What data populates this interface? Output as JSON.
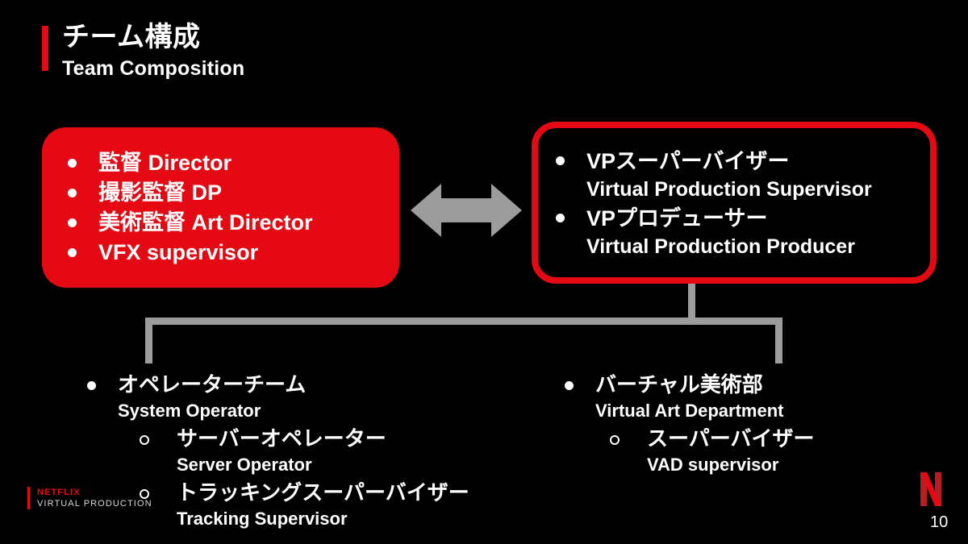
{
  "slide": {
    "background_color": "#000000",
    "accent_color": "#E50914",
    "connector_color": "#9C9C9C",
    "page_number": "10"
  },
  "title": {
    "japanese": "チーム構成",
    "english": "Team Composition"
  },
  "left_box": {
    "style": "filled-red",
    "items": [
      {
        "text": "監督 Director"
      },
      {
        "text": "撮影監督 DP"
      },
      {
        "text": "美術監督 Art Director"
      },
      {
        "text": "VFX supervisor"
      }
    ]
  },
  "right_box": {
    "style": "outlined-red",
    "items": [
      {
        "japanese": "VPスーパーバイザー",
        "english": "Virtual Production Supervisor"
      },
      {
        "japanese": "VPプロデューサー",
        "english": "Virtual Production Producer"
      }
    ]
  },
  "connector": {
    "arrow_name": "double-headed-arrow",
    "arrow_color": "#9C9C9C"
  },
  "branches": {
    "left": {
      "japanese": "オペレーターチーム",
      "english": "System Operator",
      "sub_items": [
        {
          "japanese": "サーバーオペレーター",
          "english": "Server Operator"
        },
        {
          "japanese": "トラッキングスーパーバイザー",
          "english": "Tracking Supervisor"
        }
      ]
    },
    "right": {
      "japanese": "バーチャル美術部",
      "english": "Virtual Art Department",
      "sub_items": [
        {
          "japanese": "スーパーバイザー",
          "english": "VAD supervisor"
        }
      ]
    }
  },
  "footer": {
    "brand": "NETFLIX",
    "sub_brand": "VIRTUAL PRODUCTION"
  }
}
